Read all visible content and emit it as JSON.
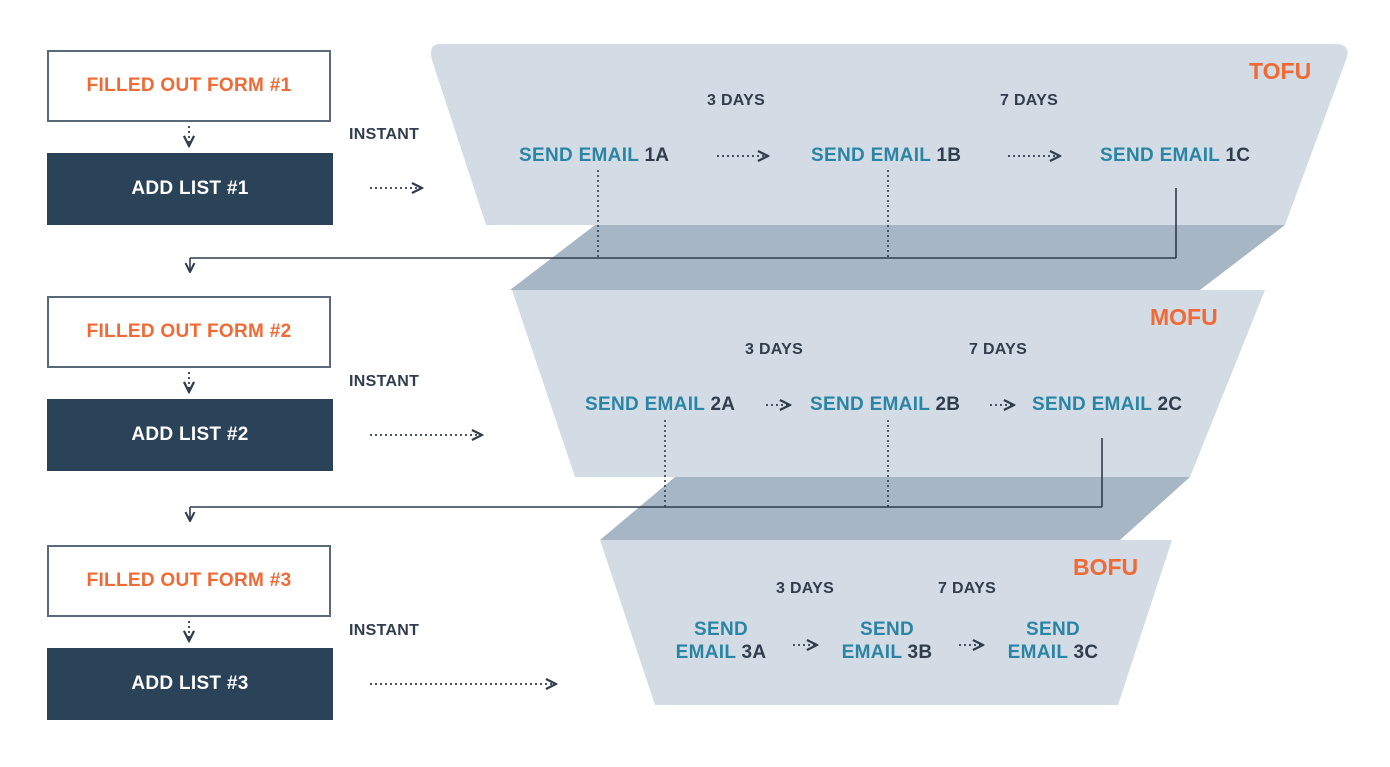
{
  "colors": {
    "accent_orange": "#f06a35",
    "navy": "#2b4358",
    "teal": "#2a85a5",
    "funnel_light": "#d3dbe4",
    "funnel_dark": "#a6b6c5"
  },
  "tiers": [
    {
      "form_label": "FILLED OUT FORM #1",
      "list_label": "ADD LIST #1",
      "instant_label": "INSTANT",
      "stage": "TOFU",
      "delay1": "3 DAYS",
      "delay2": "7 DAYS",
      "emails": [
        {
          "send": "SEND EMAIL",
          "id": "1A"
        },
        {
          "send": "SEND EMAIL",
          "id": "1B"
        },
        {
          "send": "SEND EMAIL",
          "id": "1C"
        }
      ]
    },
    {
      "form_label": "FILLED OUT FORM #2",
      "list_label": "ADD LIST #2",
      "instant_label": "INSTANT",
      "stage": "MOFU",
      "delay1": "3 DAYS",
      "delay2": "7 DAYS",
      "emails": [
        {
          "send": "SEND EMAIL",
          "id": "2A"
        },
        {
          "send": "SEND EMAIL",
          "id": "2B"
        },
        {
          "send": "SEND EMAIL",
          "id": "2C"
        }
      ]
    },
    {
      "form_label": "FILLED OUT FORM #3",
      "list_label": "ADD LIST #3",
      "instant_label": "INSTANT",
      "stage": "BOFU",
      "delay1": "3 DAYS",
      "delay2": "7 DAYS",
      "emails": [
        {
          "send": "SEND",
          "email_word": "EMAIL",
          "id": "3A"
        },
        {
          "send": "SEND",
          "email_word": "EMAIL",
          "id": "3B"
        },
        {
          "send": "SEND",
          "email_word": "EMAIL",
          "id": "3C"
        }
      ]
    }
  ]
}
